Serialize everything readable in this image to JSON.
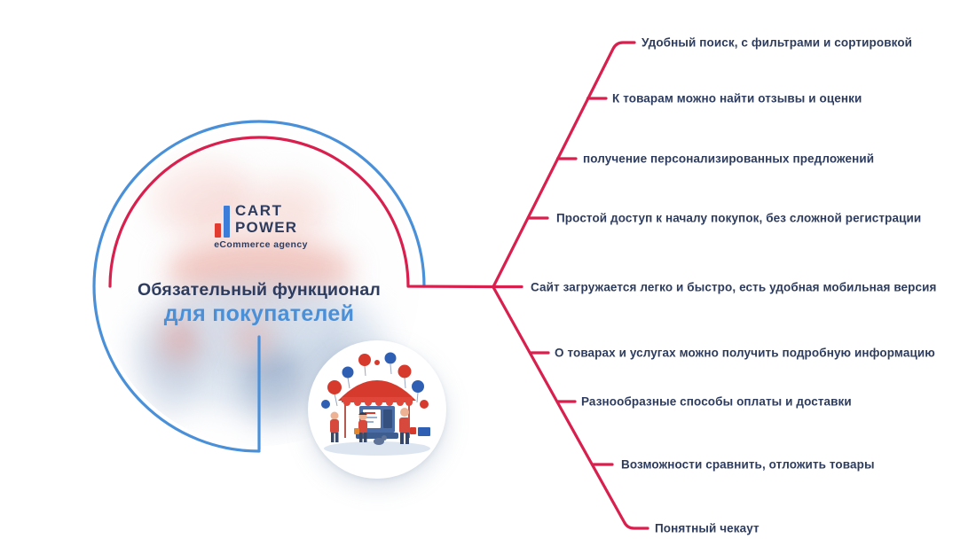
{
  "logo": {
    "name_top": "CART",
    "name_bottom": "POWER",
    "tagline": "eCommerce agency"
  },
  "title": {
    "line1": "Обязательный функционал",
    "line2": "для покупателей"
  },
  "items": [
    {
      "label": "Удобный поиск, с фильтрами и сортировкой"
    },
    {
      "label": "К товарам можно найти отзывы и оценки"
    },
    {
      "label": "получение персонализированных предложений"
    },
    {
      "label": "Простой доступ к началу покупок, без сложной регистрации"
    },
    {
      "label": "Сайт загружается легко и быстро, есть удобная мобильная версия"
    },
    {
      "label": "О товарах и услугах можно получить подробную информацию"
    },
    {
      "label": "Разнообразные способы оплаты и доставки"
    },
    {
      "label": "Возможности сравнить, отложить товары"
    },
    {
      "label": "Понятный чекаут"
    }
  ],
  "colors": {
    "accent_blue": "#4a90d9",
    "accent_crimson": "#d81f4d",
    "text_navy": "#2d3c5e",
    "logo_red": "#e23b30",
    "logo_blue": "#3b7dd8"
  }
}
